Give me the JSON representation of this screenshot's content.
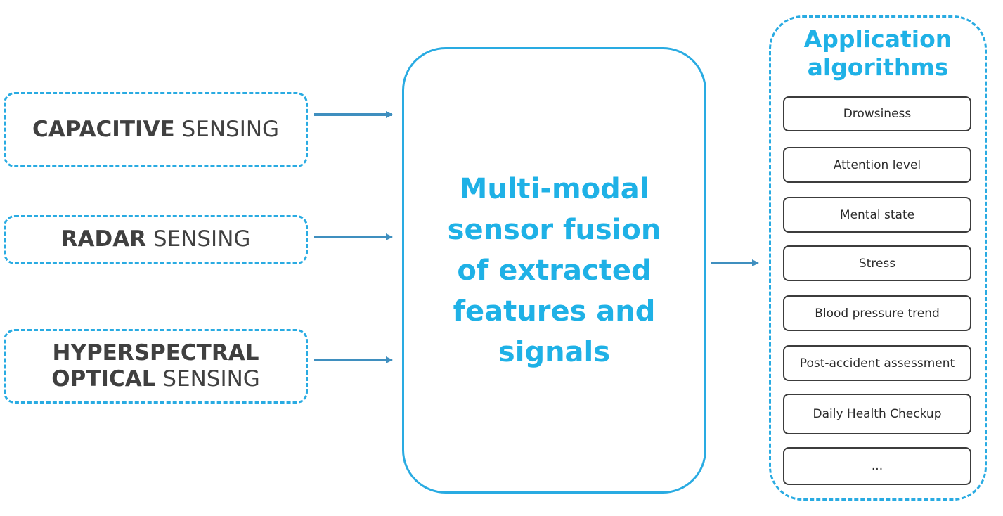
{
  "sensors": [
    {
      "lines": [
        {
          "bold": "CAPACITIVE",
          "light": " SENSING"
        }
      ]
    },
    {
      "lines": [
        {
          "bold": "RADAR",
          "light": " SENSING"
        }
      ]
    },
    {
      "lines": [
        {
          "bold": "HYPERSPECTRAL",
          "light": ""
        },
        {
          "bold": "OPTICAL",
          "light": " SENSING"
        }
      ]
    }
  ],
  "fusion": {
    "text": "Multi-modal\nsensor fusion\nof extracted\nfeatures and\nsignals"
  },
  "applications": {
    "title": "Application\nalgorithms",
    "items": [
      "Drowsiness",
      "Attention level",
      "Mental state",
      "Stress",
      "Blood pressure trend",
      "Post-accident assessment",
      "Daily Health Checkup",
      "..."
    ]
  },
  "colors": {
    "accent": "#29abe2",
    "title_blue": "#1fb1e6",
    "arrow": "#3f8fbf",
    "text_dark": "#404040"
  }
}
